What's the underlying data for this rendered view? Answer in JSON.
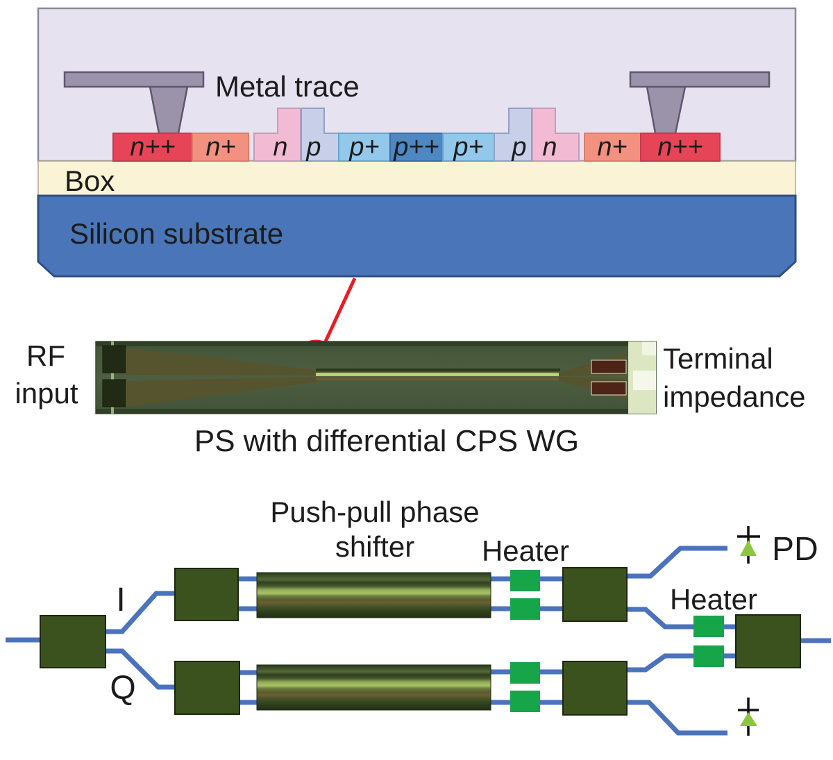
{
  "colors": {
    "cladding_purple": "#e7e2f0",
    "box_cream": "#fbf3d5",
    "substrate_blue": "#4a76b9",
    "metal_gray": "#9b93a9",
    "n_pp_red": "#e54556",
    "n_p_salmon": "#f2917f",
    "n_pink": "#f3bbd3",
    "p_periwinkle": "#c7cfe9",
    "p_p_blue": "#94c8ea",
    "p_pp_blue": "#4e87c2",
    "pointer_red": "#ed1c24",
    "wire_blue": "#4a72bd",
    "component_dark_green": "#3b521f",
    "heater_green": "#17a54a",
    "pd_green": "#8cc63e"
  },
  "cross_section": {
    "metal_trace_label": "Metal trace",
    "box_label": "Box",
    "substrate_label": "Silicon substrate",
    "regions": [
      "n++",
      "n+",
      "n",
      "p",
      "p+",
      "p++",
      "p+",
      "p",
      "n",
      "n+",
      "n++"
    ]
  },
  "device_photo": {
    "rf_label_line1": "RF",
    "rf_label_line2": "input",
    "terminal_label_line1": "Terminal",
    "terminal_label_line2": "impedance",
    "caption": "PS with differential CPS WG"
  },
  "schematic": {
    "title_line1": "Push-pull phase",
    "title_line2": "shifter",
    "heater_label_top": "Heater",
    "heater_label_right": "Heater",
    "pd_label": "PD",
    "branch_i_label": "I",
    "branch_q_label": "Q"
  }
}
